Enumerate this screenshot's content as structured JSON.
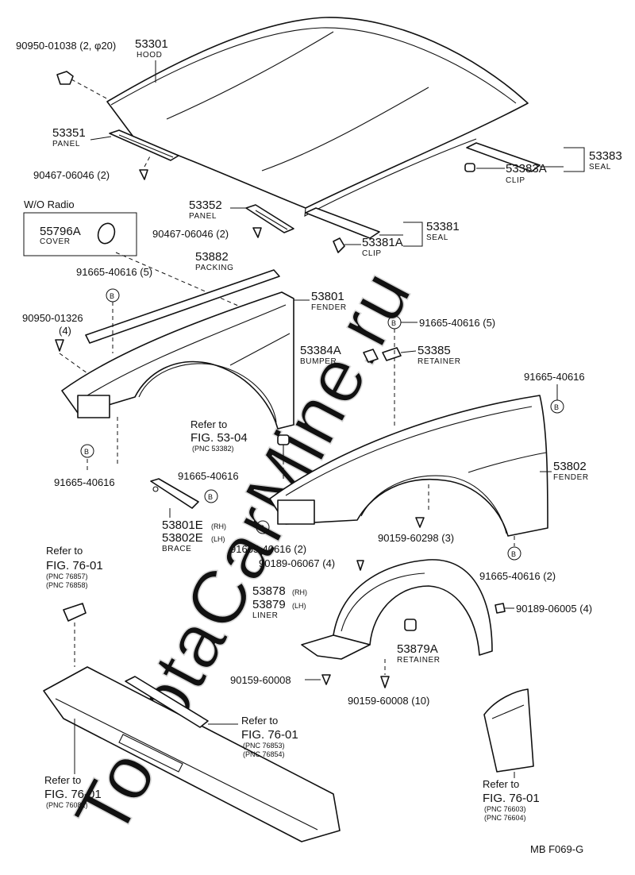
{
  "watermark": "ToyotaCarMine.ru",
  "hood": {
    "pn": "53301",
    "name": "HOOD",
    "nut_pn": "90950-01038 (2, φ20)"
  },
  "panel_left": {
    "pn": "53351",
    "name": "PANEL",
    "clip_pn": "90467-06046 (2)"
  },
  "panel_right": {
    "pn": "53352",
    "name": "PANEL",
    "clip_pn": "90467-06046 (2)"
  },
  "seal_rear": {
    "pn": "53383",
    "clip_pn": "53383A",
    "seal_name": "SEAL",
    "clip_name": "CLIP"
  },
  "seal_front": {
    "pn": "53381",
    "clip_pn": "53381A",
    "seal_name": "SEAL",
    "clip_name": "CLIP"
  },
  "wo_radio": {
    "title": "W/O Radio",
    "pn": "55796A",
    "name": "COVER"
  },
  "packing": {
    "pn": "53882",
    "name": "PACKING"
  },
  "fender_left": {
    "pn": "53801",
    "name": "FENDER",
    "bolt_top": "91665-40616 (5)",
    "clip_pn": "90950-01326",
    "clip_qty": "(4)",
    "bolt_bottom": "91665-40616"
  },
  "bumper": {
    "pn": "53384A",
    "name": "BUMPER"
  },
  "retainer": {
    "pn": "53385",
    "name": "RETAINER",
    "bolt": "91665-40616 (5)"
  },
  "fender_right": {
    "pn": "53802",
    "name": "FENDER",
    "bolt_top": "91665-40616",
    "bolt_front": "91665-40616 (2)",
    "bolt_bottom": "91665-40616 (2)",
    "screw": "90159-60298 (3)"
  },
  "refer_5304": {
    "line1": "Refer to",
    "line2": "FIG. 53-04",
    "pnc": "(PNC 53382)"
  },
  "brace": {
    "bolt": "91665-40616",
    "pn_rh": "53801E",
    "rh": "(RH)",
    "pn_lh": "53802E",
    "lh": "(LH)",
    "name": "BRACE"
  },
  "liner": {
    "pn_rh": "53878",
    "rh": "(RH)",
    "pn_lh": "53879",
    "lh": "(LH)",
    "name": "LINER",
    "clip_top": "90189-06067 (4)",
    "clip_right": "90189-06005 (4)",
    "screw_left": "90159-60008",
    "screw_bottom": "90159-60008 (10)"
  },
  "liner_retainer": {
    "pn": "53879A",
    "name": "RETAINER"
  },
  "refer_bracket": {
    "line1": "Refer to",
    "line2": "FIG. 76-01",
    "pnc1": "(PNC 76857)",
    "pnc2": "(PNC 76858)"
  },
  "refer_spoiler": {
    "line1": "Refer to",
    "line2": "FIG. 76-01",
    "pnc1": "(PNC 76853)",
    "pnc2": "(PNC 76854)"
  },
  "refer_bumper": {
    "line1": "Refer to",
    "line2": "FIG. 76-01",
    "pnc": "(PNC 76081)"
  },
  "refer_mudflap": {
    "line1": "Refer to",
    "line2": "FIG. 76-01",
    "pnc1": "(PNC 76603)",
    "pnc2": "(PNC 76604)"
  },
  "bolt_symbol": "B",
  "footer": {
    "code": "MB  F069-G"
  }
}
